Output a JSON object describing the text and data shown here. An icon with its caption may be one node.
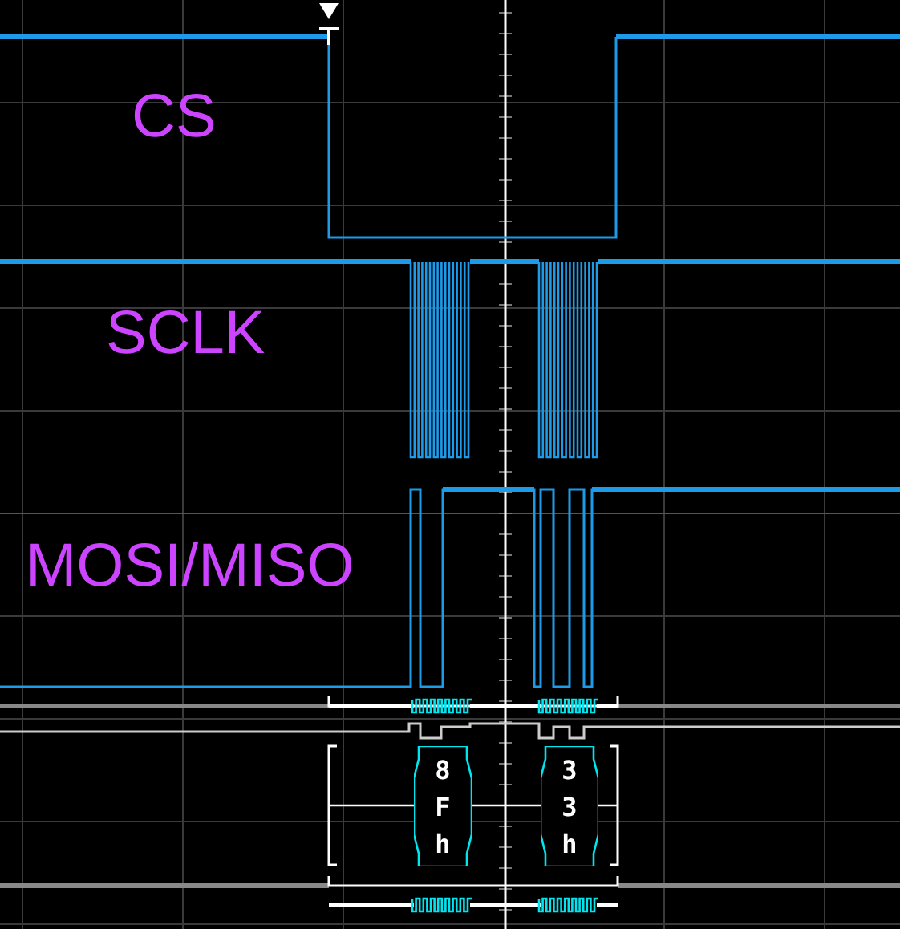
{
  "diagram": {
    "nodes": [
      {
        "text": [
          "8 F h"
        ]
      },
      {
        "text": [
          "3 3 h"
        ]
      }
    ],
    "labels": [
      "CS",
      "SCLK",
      "MOSI/MISO"
    ]
  }
}
